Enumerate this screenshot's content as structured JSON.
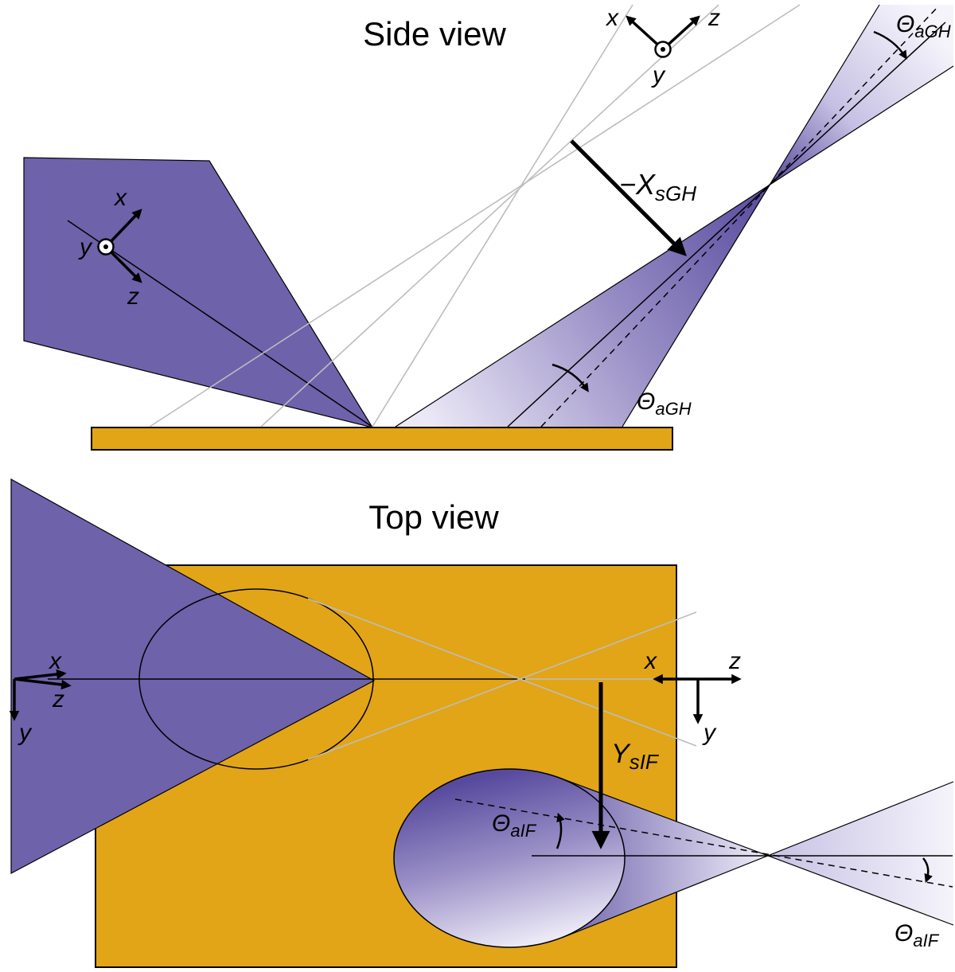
{
  "figure": {
    "colors": {
      "surface_gold": "#e1a517",
      "beam_purple": "#6e62ab",
      "beam_dark": "#574a9e",
      "beam_mid": "#9b91c7",
      "beam_soft": "#c6c1e4",
      "beam_light": "#ece9f7",
      "beam_pale": "#f5f4fb",
      "gray_line": "#bdbdbd"
    },
    "side_view": {
      "title": "Side view",
      "beam_axes": {
        "x": "x",
        "y": "y",
        "z": "z"
      },
      "global_axes": {
        "x": "x",
        "y": "y",
        "z": "z"
      },
      "spatial_shift": {
        "symbol": "−X",
        "sub": "sGH"
      },
      "angular_shift": {
        "symbol": "Θ",
        "sub": "aGH"
      }
    },
    "top_view": {
      "title": "Top view",
      "incident_axes": {
        "x": "x",
        "y": "y",
        "z": "z"
      },
      "global_axes": {
        "x": "x",
        "y": "y",
        "z": "z"
      },
      "spatial_shift": {
        "symbol": "Y",
        "sub": "sIF"
      },
      "angular_shift": {
        "symbol": "Θ",
        "sub": "aIF"
      }
    }
  }
}
